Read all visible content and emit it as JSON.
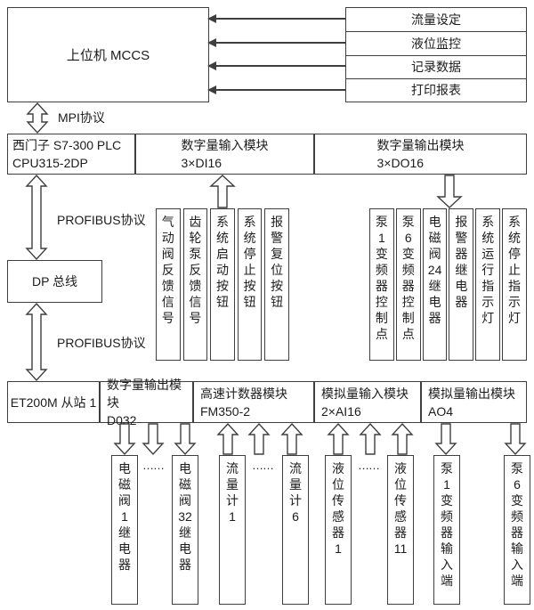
{
  "colors": {
    "background": "#ffffff",
    "border": "#3f3f3f",
    "text": "#1c1c1c"
  },
  "mccs": {
    "label": "上位机 MCCS"
  },
  "tasks": [
    "流量设定",
    "液位监控",
    "记录数据",
    "打印报表"
  ],
  "labels": {
    "mpi": "MPI协议",
    "profibus_upper": "PROFIBUS协议",
    "profibus_lower": "PROFIBUS协议"
  },
  "plc_row": {
    "cpu": "西门子 S7-300 PLC\nCPU315-2DP",
    "di_module": "数字量输入模块\n3×DI16",
    "do_module": "数字量输出模块\n3×DO16"
  },
  "dp_bus": "DP 总线",
  "di_signals": [
    "气动阀反馈信号",
    "齿轮泵反馈信号",
    "系统启动按钮",
    "系统停止按钮",
    "报警复位按钮"
  ],
  "do_signals": [
    "泵1变频器控制点",
    "泵6变频器控制点",
    "电磁阀24继电器",
    "报警器继电器",
    "系统运行指示灯",
    "系统停止指示灯"
  ],
  "et200m_row": {
    "station": "ET200M 从站 1",
    "do32": "数字量输出模块\nD032",
    "fm350": "高速计数器模块\nFM350-2",
    "ai": "模拟量输入模块\n2×AI16",
    "ao": "模拟量输出模块\nAO4"
  },
  "bottom": {
    "solenoid": [
      "电磁阀1继电器",
      "电磁阀32继电器"
    ],
    "flow": [
      "流量计1",
      "流量计6"
    ],
    "level": [
      "液位传感器1",
      "液位传感器11"
    ],
    "pump": [
      "泵1变频器输入端",
      "泵6变频器输入端"
    ],
    "ellipsis": "……"
  }
}
